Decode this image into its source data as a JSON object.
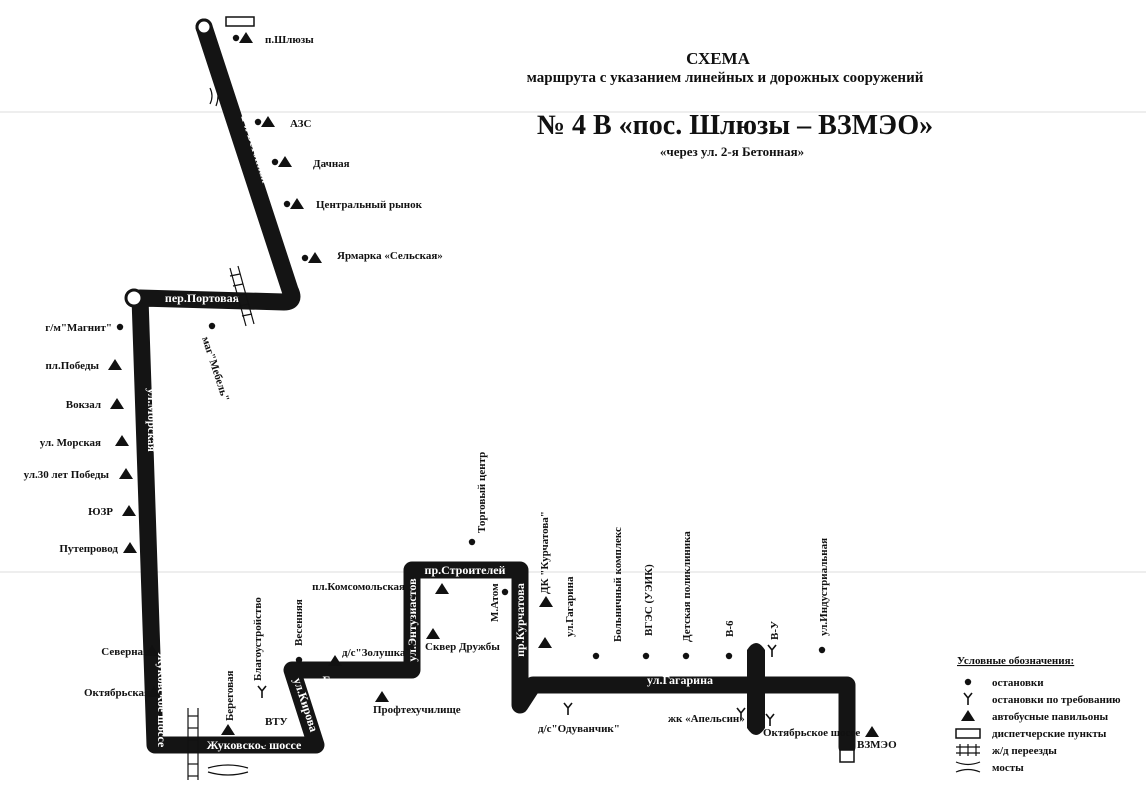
{
  "title": {
    "line1": "СХЕМА",
    "line2": "маршрута с указанием линейных и дорожных сооружений",
    "line3": "№ 4 В «пос. Шлюзы – ВЗМЭО»",
    "line4": "«через ул. 2-я Бетонная»"
  },
  "streets": {
    "portovaya": "пер.Портовая",
    "morskaya": "ул.Морская",
    "zhukovskoe_vertical": "Жуковское шоссе",
    "zhukovskoe": "Жуковское шоссе",
    "gagarina_west": "ул.Гагарина",
    "gagarina_east": "ул.Гагарина",
    "entuziastov": "ул.Энтузиастов",
    "stroiteley": "пр.Строителей",
    "kurchatova": "пр.Курчатова",
    "kirova": "ул.Кирова",
    "betonnaya": "2-я Бетонная"
  },
  "stops": [
    {
      "label": "п.Шлюзы",
      "type": "pavilion"
    },
    {
      "label": "АЗС",
      "type": "pavilion"
    },
    {
      "label": "Дачная",
      "type": "pavilion"
    },
    {
      "label": "Центральный рынок",
      "type": "pavilion"
    },
    {
      "label": "Ярмарка «Сельская»",
      "type": "pavilion"
    },
    {
      "label": "маг\"Мебель\"",
      "type": "stop"
    },
    {
      "label": "г/м\"Магнит\"",
      "type": "stop"
    },
    {
      "label": "пл.Победы",
      "type": "pavilion"
    },
    {
      "label": "Вокзал",
      "type": "pavilion"
    },
    {
      "label": "ул. Морская",
      "type": "pavilion"
    },
    {
      "label": "ул.30 лет Победы",
      "type": "pavilion"
    },
    {
      "label": "ЮЗР",
      "type": "pavilion"
    },
    {
      "label": "Путепровод",
      "type": "pavilion"
    },
    {
      "label": "Северная",
      "type": "pavilion"
    },
    {
      "label": "Октябрьская",
      "type": "pavilion"
    },
    {
      "label": "Береговая",
      "type": "pavilion"
    },
    {
      "label": "Благоустройство",
      "type": "request"
    },
    {
      "label": "ВТУ",
      "type": "stop"
    },
    {
      "label": "Весенняя",
      "type": "stop"
    },
    {
      "label": "д/с\"Золушка\"",
      "type": "pavilion"
    },
    {
      "label": "пл.Комсомольская",
      "type": "pavilion"
    },
    {
      "label": "Сквер Дружбы",
      "type": "pavilion"
    },
    {
      "label": "Профтехучилище",
      "type": "pavilion"
    },
    {
      "label": "Торговый центр",
      "type": "stop"
    },
    {
      "label": "М.Атом",
      "type": "stop"
    },
    {
      "label": "ДК \"Курчатова\"",
      "type": "pavilion"
    },
    {
      "label": "ул.Гагарина",
      "type": "pavilion"
    },
    {
      "label": "д/с\"Одуванчик\"",
      "type": "request"
    },
    {
      "label": "Больничный комплекс",
      "type": "stop"
    },
    {
      "label": "ВГЭС (УЭИК)",
      "type": "stop"
    },
    {
      "label": "Детская поликлиника",
      "type": "stop"
    },
    {
      "label": "В-6",
      "type": "stop"
    },
    {
      "label": "В-У",
      "type": "request"
    },
    {
      "label": "ул.Индустриальная",
      "type": "stop"
    },
    {
      "label": "жк «Апельсин»",
      "type": "request"
    },
    {
      "label": "Октябрьское шоссе",
      "type": "request"
    },
    {
      "label": "ВЗМЭО",
      "type": "pavilion"
    }
  ],
  "legend": {
    "title": "Условные обозначения:",
    "items": [
      {
        "label": "остановки",
        "type": "stop"
      },
      {
        "label": "остановки по требованию",
        "type": "request"
      },
      {
        "label": "автобусные павильоны",
        "type": "pavilion"
      },
      {
        "label": "диспетчерские пункты",
        "type": "dispatch"
      },
      {
        "label": "ж/д переезды",
        "type": "rail"
      },
      {
        "label": "мосты",
        "type": "bridge"
      }
    ]
  }
}
